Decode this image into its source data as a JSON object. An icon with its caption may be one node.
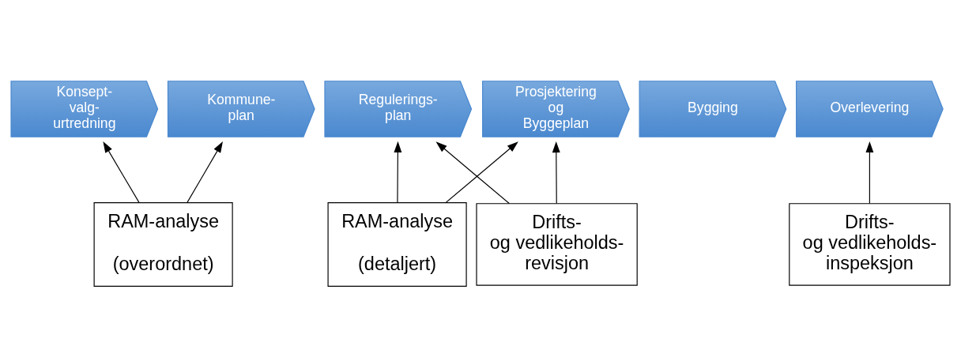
{
  "diagram": {
    "nodes": [
      {
        "text": [
          "Konsept- valg- urtredning"
        ]
      },
      {
        "text": [
          "Kommune- plan"
        ]
      },
      {
        "text": [
          "Regulerings- plan"
        ]
      },
      {
        "text": [
          "Prosjektering og Byggeplan"
        ]
      },
      {
        "text": [
          "Bygging"
        ]
      },
      {
        "text": [
          "Overlevering"
        ]
      },
      {
        "text": [
          "RAM-analyse (overordnet)"
        ]
      },
      {
        "text": [
          "RAM-analyse (detaljert)"
        ]
      },
      {
        "text": [
          "Drifts- og vedlikeholds- revisjon"
        ]
      },
      {
        "text": [
          "Drifts- og vedlikeholds- inspeksjon"
        ]
      }
    ],
    "edges": [
      {
        "from": 6,
        "to": 0,
        "arrow": "to"
      },
      {
        "from": 6,
        "to": 1,
        "arrow": "to"
      },
      {
        "from": 7,
        "to": 2,
        "arrow": "to"
      },
      {
        "from": 7,
        "to": 3,
        "arrow": "to"
      },
      {
        "from": 8,
        "to": 2,
        "arrow": "to"
      },
      {
        "from": 8,
        "to": 3,
        "arrow": "to"
      },
      {
        "from": 9,
        "to": 5,
        "arrow": "to"
      }
    ]
  }
}
